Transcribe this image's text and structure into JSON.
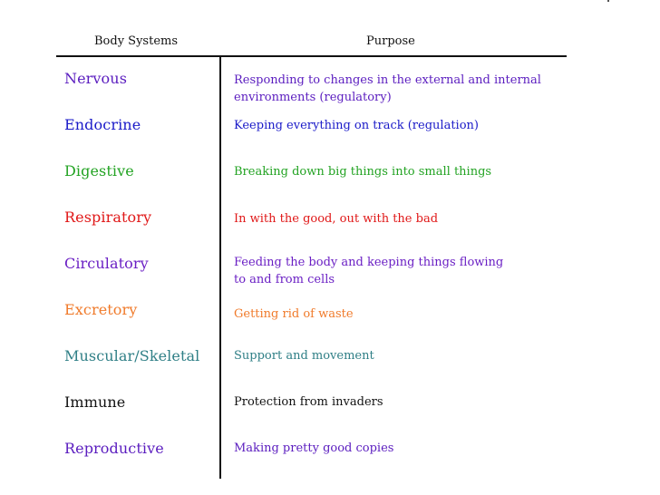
{
  "table": {
    "header_system": "Body Systems",
    "header_purpose": "Purpose",
    "rows": [
      {
        "system": "Nervous",
        "purpose": "Responding to changes in the external and internal\nenvironments (regulatory)",
        "color": "#5a1cbf"
      },
      {
        "system": "Endocrine",
        "purpose": "Keeping everything on track (regulation)",
        "color": "#1a1ac8"
      },
      {
        "system": "Digestive",
        "purpose": "Breaking down big things into small things",
        "color": "#23a323"
      },
      {
        "system": "Respiratory",
        "purpose": "In with the good, out with the bad",
        "color": "#e01818"
      },
      {
        "system": "Circulatory",
        "purpose": "Feeding the body and keeping things flowing\nto and from cells",
        "color": "#6a1fc4"
      },
      {
        "system": "Excretory",
        "purpose": "Getting rid of waste",
        "color": "#f07a2a"
      },
      {
        "system": "Muscular/Skeletal",
        "purpose": "Support and movement",
        "color": "#2f7f86"
      },
      {
        "system": "Immune",
        "purpose": "Protection from invaders",
        "color": "#111111"
      },
      {
        "system": "Reproductive",
        "purpose": "Making pretty good copies",
        "color": "#5a1cbf"
      }
    ]
  }
}
